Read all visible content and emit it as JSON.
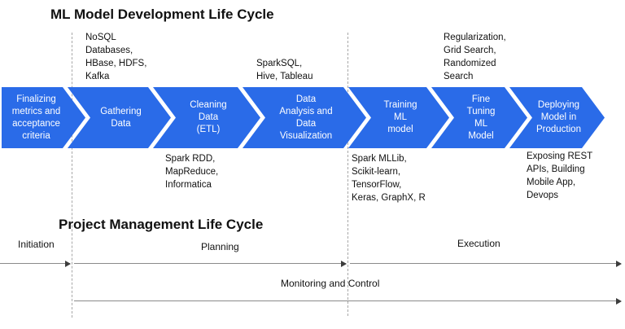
{
  "diagram": {
    "title_ml": "ML Model Development Life Cycle",
    "title_pm": "Project Management Life Cycle"
  },
  "colors": {
    "arrow_blue": "#2a6be8",
    "arrow_text": "#ffffff",
    "line_gray": "#8a8a8a",
    "dash_gray": "#a8a8a8",
    "text_black": "#111111"
  },
  "stages": [
    {
      "label": "Finalizing\nmetrics and\nacceptance\ncriteria"
    },
    {
      "label": "Gathering\nData"
    },
    {
      "label": "Cleaning\nData\n(ETL)"
    },
    {
      "label": "Data\nAnalysis and\nData\nVisualization"
    },
    {
      "label": "Training\nML\nmodel"
    },
    {
      "label": "Fine\nTuning\nML\nModel"
    },
    {
      "label": "Deploying\nModel in\nProduction"
    }
  ],
  "tool_annotations": {
    "top": [
      {
        "text": "NoSQL\nDatabases,\nHBase, HDFS,\nKafka"
      },
      {
        "text": "SparkSQL,\nHive, Tableau"
      },
      {
        "text": "Regularization,\nGrid Search,\nRandomized\nSearch"
      }
    ],
    "bottom": [
      {
        "text": "Spark RDD,\nMapReduce,\nInformatica"
      },
      {
        "text": "Spark MLLib,\nScikit-learn,\nTensorFlow,\nKeras, GraphX, R"
      },
      {
        "text": "Exposing REST\nAPIs, Building\nMobile App,\nDevops"
      }
    ]
  },
  "timeline": {
    "phases": [
      {
        "label": "Initiation"
      },
      {
        "label": "Planning"
      },
      {
        "label": "Execution"
      }
    ],
    "monitoring_label": "Monitoring and Control"
  }
}
